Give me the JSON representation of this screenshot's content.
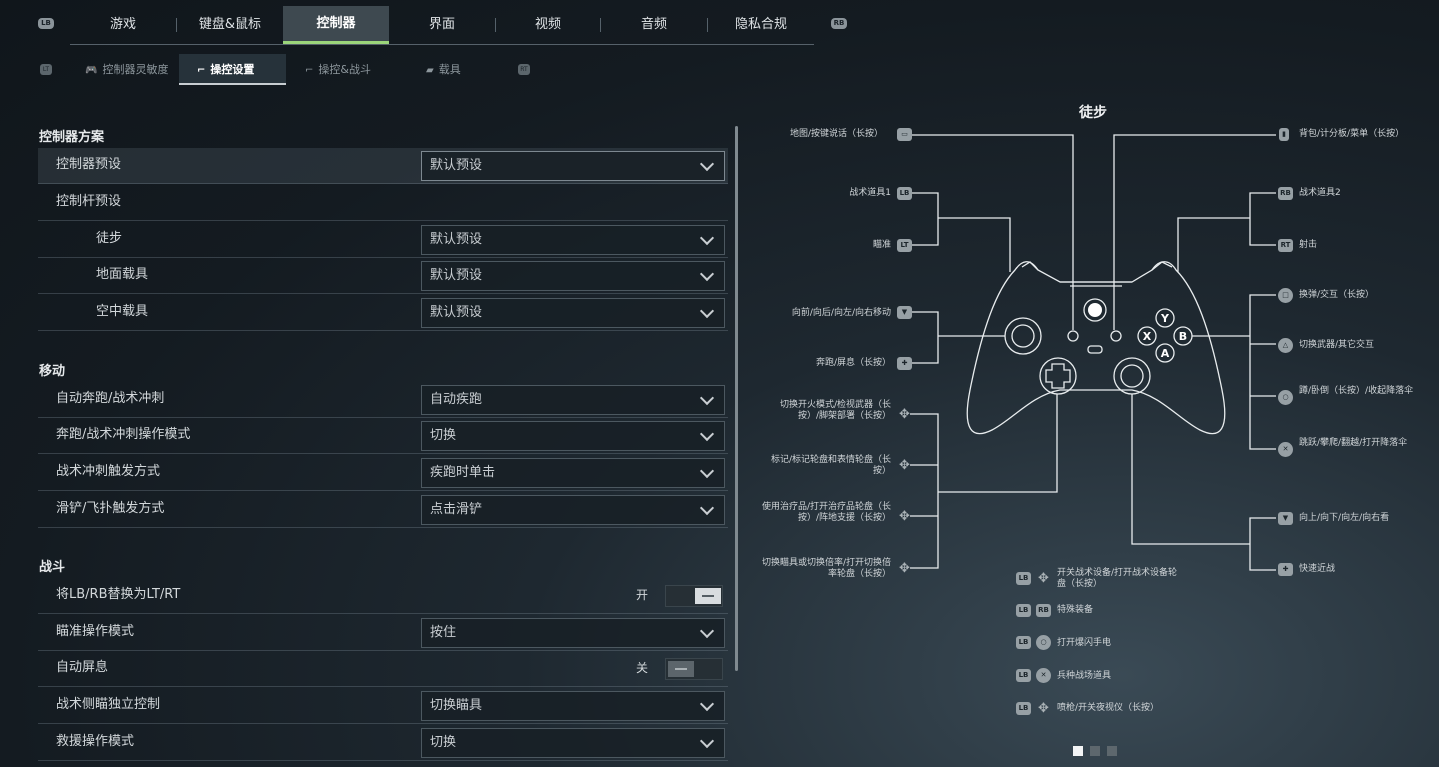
{
  "top_tabs": [
    {
      "label": "游戏"
    },
    {
      "label": "键盘&鼠标"
    },
    {
      "label": "控制器",
      "active": true
    },
    {
      "label": "界面"
    },
    {
      "label": "视频"
    },
    {
      "label": "音频"
    },
    {
      "label": "隐私合规"
    }
  ],
  "bumpers": {
    "left": "LB",
    "right": "RB"
  },
  "sub_tabs": [
    {
      "label": "控制器灵敏度",
      "icon": "gamepad-icon"
    },
    {
      "label": "操控设置",
      "icon": "gun-icon",
      "active": true
    },
    {
      "label": "操控&战斗",
      "icon": "gun-icon"
    },
    {
      "label": "载具",
      "icon": "vehicle-icon"
    }
  ],
  "sub_bumpers": {
    "left": "LT",
    "right": "RT"
  },
  "sections": {
    "scheme": "控制器方案",
    "movement": "移动",
    "combat": "战斗"
  },
  "settings": {
    "controller_preset": {
      "label": "控制器预设",
      "value": "默认预设"
    },
    "stick_preset": {
      "label": "控制杆预设"
    },
    "on_foot": {
      "label": "徒步",
      "value": "默认预设"
    },
    "ground_vehicle": {
      "label": "地面载具",
      "value": "默认预设"
    },
    "air_vehicle": {
      "label": "空中载具",
      "value": "默认预设"
    },
    "auto_sprint": {
      "label": "自动奔跑/战术冲刺",
      "value": "自动疾跑"
    },
    "sprint_mode": {
      "label": "奔跑/战术冲刺操作模式",
      "value": "切换"
    },
    "tac_sprint_trigger": {
      "label": "战术冲刺触发方式",
      "value": "疾跑时单击"
    },
    "slide_trigger": {
      "label": "滑铲/飞扑触发方式",
      "value": "点击滑铲"
    },
    "swap_bumpers": {
      "label": "将LB/RB替换为LT/RT",
      "state": "开"
    },
    "aim_mode": {
      "label": "瞄准操作模式",
      "value": "按住"
    },
    "auto_hold_breath": {
      "label": "自动屏息",
      "state": "关"
    },
    "tac_sight": {
      "label": "战术侧瞄独立控制",
      "value": "切换瞄具"
    },
    "revive_mode": {
      "label": "救援操作模式",
      "value": "切换"
    }
  },
  "diagram": {
    "title": "徒步",
    "left": [
      {
        "text": "地图/按键说话（长按）",
        "icon": "view-button-icon"
      },
      {
        "text": "战术道具1",
        "icon": "LB"
      },
      {
        "text": "瞄准",
        "icon": "LT"
      },
      {
        "text": "向前/向后/向左/向右移动",
        "icon": "left-stick-icon"
      },
      {
        "text": "奔跑/屏息（长按）",
        "icon": "left-stick-press-icon"
      },
      {
        "text": "切换开火模式/检视武器（长按）/脚架部署（长按）",
        "icon": "dpad-up-icon"
      },
      {
        "text": "标记/标记轮盘和表情轮盘（长按）",
        "icon": "dpad-right-icon"
      },
      {
        "text": "使用治疗品/打开治疗品轮盘（长按）/阵地支援（长按）",
        "icon": "dpad-left-icon"
      },
      {
        "text": "切换瞄具或切换倍率/打开切换倍率轮盘（长按）",
        "icon": "dpad-down-icon"
      }
    ],
    "right": [
      {
        "text": "背包/计分板/菜单（长按）",
        "icon": "menu-button-icon"
      },
      {
        "text": "战术道具2",
        "icon": "RB"
      },
      {
        "text": "射击",
        "icon": "RT"
      },
      {
        "text": "换弹/交互（长按）",
        "icon": "x-button-icon"
      },
      {
        "text": "切换武器/其它交互",
        "icon": "y-button-icon"
      },
      {
        "text": "蹲/卧倒（长按）/收起降落伞",
        "icon": "b-button-icon"
      },
      {
        "text": "跳跃/攀爬/翻越/打开降落伞",
        "icon": "a-button-icon"
      },
      {
        "text": "向上/向下/向左/向右看",
        "icon": "right-stick-icon"
      },
      {
        "text": "快速近战",
        "icon": "right-stick-press-icon"
      }
    ],
    "combos": [
      {
        "mod": "LB",
        "text": "开关战术设备/打开战术设备轮盘（长按）",
        "icon": "dpad-icon"
      },
      {
        "mod": "LB",
        "text": "特殊装备",
        "icon": "RB"
      },
      {
        "mod": "LB",
        "text": "打开爆闪手电",
        "icon": "b-button-icon"
      },
      {
        "mod": "LB",
        "text": "兵种战场道具",
        "icon": "x-button-icon"
      },
      {
        "mod": "LB",
        "text": "喷枪/开关夜视仪（长按）",
        "icon": "dpad-icon"
      }
    ],
    "face_buttons": {
      "y": "Y",
      "b": "B",
      "x": "X",
      "a": "A"
    }
  },
  "pagination": {
    "total": 3,
    "current": 1
  },
  "colors": {
    "accent": "#9bd57a",
    "panel_bg": "#1a232a",
    "line": "#e8ecee"
  }
}
